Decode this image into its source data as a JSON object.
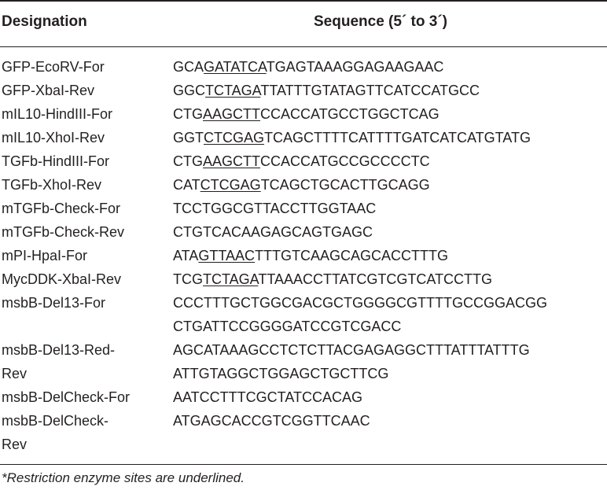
{
  "table": {
    "headers": {
      "designation": "Designation",
      "sequence": "Sequence (5´ to 3´)"
    },
    "rows": [
      {
        "name_lines": [
          "GFP-EcoRV-For"
        ],
        "seq_lines": [
          [
            "GCA",
            "GATATCA",
            "TGAGTAAAGGAGAAGAAC"
          ]
        ]
      },
      {
        "name_lines": [
          "GFP-XbaI-Rev"
        ],
        "seq_lines": [
          [
            "GGC",
            "TCTAGA",
            "TTATTTGTATAGTTCATCCATGCC"
          ]
        ]
      },
      {
        "name_lines": [
          "mIL10-HindIII-For"
        ],
        "seq_lines": [
          [
            "CTG",
            "AAGCTT",
            "CCACCATGCCTGGCTCAG"
          ]
        ]
      },
      {
        "name_lines": [
          "mIL10-XhoI-Rev"
        ],
        "seq_lines": [
          [
            "GGT",
            "CTCGAG",
            "TCAGCTTTTCATTTTGATCATCATGTATG"
          ]
        ]
      },
      {
        "name_lines": [
          "TGFb-HindIII-For"
        ],
        "seq_lines": [
          [
            "CTG",
            "AAGCTT",
            "CCACCATGCCGCCCCTC"
          ]
        ]
      },
      {
        "name_lines": [
          "TGFb-XhoI-Rev"
        ],
        "seq_lines": [
          [
            "CAT",
            "CTCGAG",
            "TCAGCTGCACTTGCAGG"
          ]
        ]
      },
      {
        "name_lines": [
          "mTGFb-Check-For"
        ],
        "seq_lines": [
          [
            "TCCTGGCGTTACCTTGGTAAC",
            "",
            ""
          ]
        ]
      },
      {
        "name_lines": [
          "mTGFb-Check-Rev"
        ],
        "seq_lines": [
          [
            "CTGTCACAAGAGCAGTGAGC",
            "",
            ""
          ]
        ]
      },
      {
        "name_lines": [
          "mPI-HpaI-For"
        ],
        "seq_lines": [
          [
            "ATA",
            "GTTAAC",
            "TTTGTCAAGCAGCACCTTTG"
          ]
        ]
      },
      {
        "name_lines": [
          "MycDDK-XbaI-Rev"
        ],
        "seq_lines": [
          [
            "TCG",
            "TCTAGA",
            "TTAAACCTTATCGTCGTCATCCTTG"
          ]
        ]
      },
      {
        "name_lines": [
          "msbB-Del13-For",
          ""
        ],
        "seq_lines": [
          [
            "CCCTTTGCTGGCGACGCTGGGGCGTTTTGCCGGACGG",
            "",
            ""
          ],
          [
            "CTGATTCCGGGGATCCGTCGACC",
            "",
            ""
          ]
        ]
      },
      {
        "name_lines": [
          "msbB-Del13-Red-",
          "Rev"
        ],
        "seq_lines": [
          [
            "AGCATAAAGCCTCTCTTACGAGAGGCTTTATTTATTTG",
            "",
            ""
          ],
          [
            "ATTGTAGGCTGGAGCTGCTTCG",
            "",
            ""
          ]
        ]
      },
      {
        "name_lines": [
          "msbB-DelCheck-For"
        ],
        "seq_lines": [
          [
            "AATCCTTTCGCTATCCACAG",
            "",
            ""
          ]
        ]
      },
      {
        "name_lines": [
          "msbB-DelCheck-",
          "Rev"
        ],
        "seq_lines": [
          [
            "ATGAGCACCGTCGGTTCAAC",
            "",
            ""
          ],
          [
            "",
            "",
            ""
          ]
        ]
      }
    ],
    "footnote": "*Restriction enzyme sites are underlined."
  }
}
